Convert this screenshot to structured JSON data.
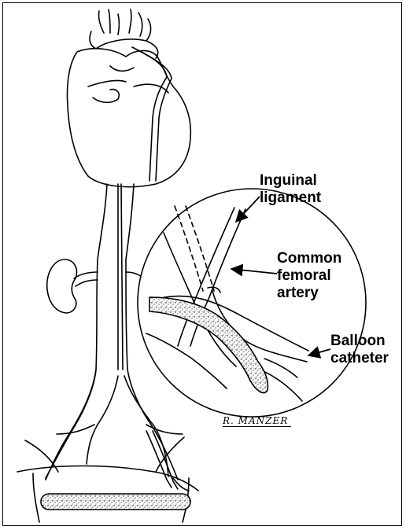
{
  "labels": {
    "inguinal_line1": "Inguinal",
    "inguinal_line2": "ligament",
    "femoral_line1": "Common",
    "femoral_line2": "femoral",
    "femoral_line3": "artery",
    "balloon_line1": "Balloon",
    "balloon_line2": "catheter"
  },
  "signature": "R. MANZER",
  "colors": {
    "ink": "#000000",
    "paper": "#ffffff"
  }
}
